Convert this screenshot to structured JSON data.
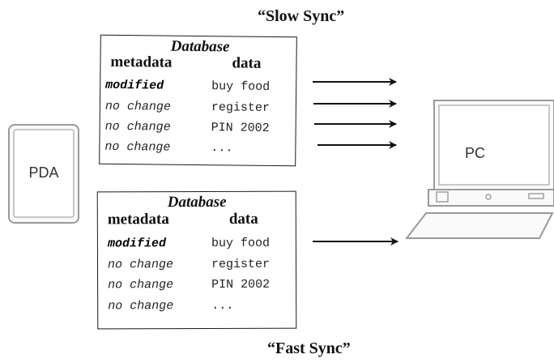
{
  "captions": {
    "slow": "“Slow Sync”",
    "fast": "“Fast Sync”"
  },
  "devices": {
    "pda_label": "PDA",
    "pc_label": "PC"
  },
  "databases": [
    {
      "title": "Database",
      "col_metadata": "metadata",
      "col_data": "data",
      "rows": [
        {
          "metadata": "modified",
          "data": "buy food",
          "emphasis": true
        },
        {
          "metadata": "no change",
          "data": "register",
          "emphasis": false
        },
        {
          "metadata": "no change",
          "data": "PIN 2002",
          "emphasis": false
        },
        {
          "metadata": "no change",
          "data": "...",
          "emphasis": false
        }
      ]
    },
    {
      "title": "Database",
      "col_metadata": "metadata",
      "col_data": "data",
      "rows": [
        {
          "metadata": "modified",
          "data": "buy food",
          "emphasis": true
        },
        {
          "metadata": "no change",
          "data": "register",
          "emphasis": false
        },
        {
          "metadata": "no change",
          "data": "PIN 2002",
          "emphasis": false
        },
        {
          "metadata": "no change",
          "data": "...",
          "emphasis": false
        }
      ]
    }
  ]
}
